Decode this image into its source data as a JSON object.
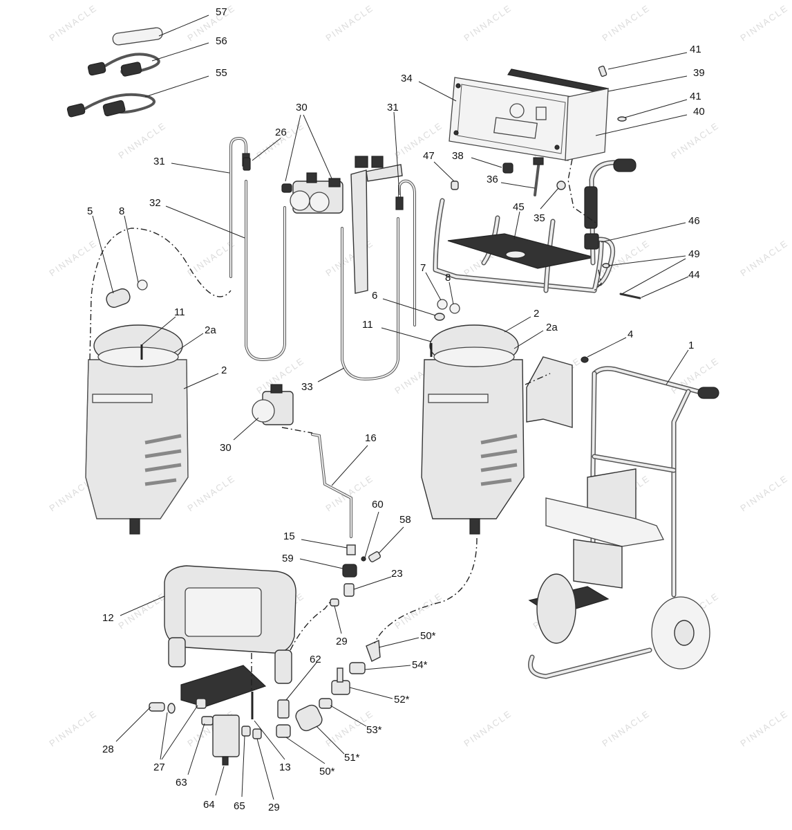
{
  "watermark": "PINNACLE",
  "callouts": [
    {
      "id": "c57",
      "text": "57"
    },
    {
      "id": "c56",
      "text": "56"
    },
    {
      "id": "c55",
      "text": "55"
    },
    {
      "id": "c34",
      "text": "34"
    },
    {
      "id": "c41a",
      "text": "41"
    },
    {
      "id": "c39",
      "text": "39"
    },
    {
      "id": "c41b",
      "text": "41"
    },
    {
      "id": "c40",
      "text": "40"
    },
    {
      "id": "c30a",
      "text": "30"
    },
    {
      "id": "c31a",
      "text": "31"
    },
    {
      "id": "c26",
      "text": "26"
    },
    {
      "id": "c31b",
      "text": "31"
    },
    {
      "id": "c32",
      "text": "32"
    },
    {
      "id": "c38",
      "text": "38"
    },
    {
      "id": "c47",
      "text": "47"
    },
    {
      "id": "c36",
      "text": "36"
    },
    {
      "id": "c35",
      "text": "35"
    },
    {
      "id": "c45",
      "text": "45"
    },
    {
      "id": "c46",
      "text": "46"
    },
    {
      "id": "c49",
      "text": "49"
    },
    {
      "id": "c44",
      "text": "44"
    },
    {
      "id": "c5",
      "text": "5"
    },
    {
      "id": "c8a",
      "text": "8"
    },
    {
      "id": "c7",
      "text": "7"
    },
    {
      "id": "c8b",
      "text": "8"
    },
    {
      "id": "c6",
      "text": "6"
    },
    {
      "id": "c11a",
      "text": "11"
    },
    {
      "id": "c2a1",
      "text": "2a"
    },
    {
      "id": "c2l",
      "text": "2"
    },
    {
      "id": "c11b",
      "text": "11"
    },
    {
      "id": "c2r",
      "text": "2"
    },
    {
      "id": "c2a2",
      "text": "2a"
    },
    {
      "id": "c4",
      "text": "4"
    },
    {
      "id": "c1",
      "text": "1"
    },
    {
      "id": "c33",
      "text": "33"
    },
    {
      "id": "c30b",
      "text": "30"
    },
    {
      "id": "c16",
      "text": "16"
    },
    {
      "id": "c60",
      "text": "60"
    },
    {
      "id": "c58",
      "text": "58"
    },
    {
      "id": "c15",
      "text": "15"
    },
    {
      "id": "c59",
      "text": "59"
    },
    {
      "id": "c23",
      "text": "23"
    },
    {
      "id": "c12",
      "text": "12"
    },
    {
      "id": "c29a",
      "text": "29"
    },
    {
      "id": "c50a",
      "text": "50*"
    },
    {
      "id": "c54",
      "text": "54*"
    },
    {
      "id": "c62",
      "text": "62"
    },
    {
      "id": "c52",
      "text": "52*"
    },
    {
      "id": "c53",
      "text": "53*"
    },
    {
      "id": "c28",
      "text": "28"
    },
    {
      "id": "c27",
      "text": "27"
    },
    {
      "id": "c51",
      "text": "51*"
    },
    {
      "id": "c13",
      "text": "13"
    },
    {
      "id": "c50b",
      "text": "50*"
    },
    {
      "id": "c63",
      "text": "63"
    },
    {
      "id": "c64",
      "text": "64"
    },
    {
      "id": "c65",
      "text": "65"
    },
    {
      "id": "c29b",
      "text": "29"
    }
  ]
}
